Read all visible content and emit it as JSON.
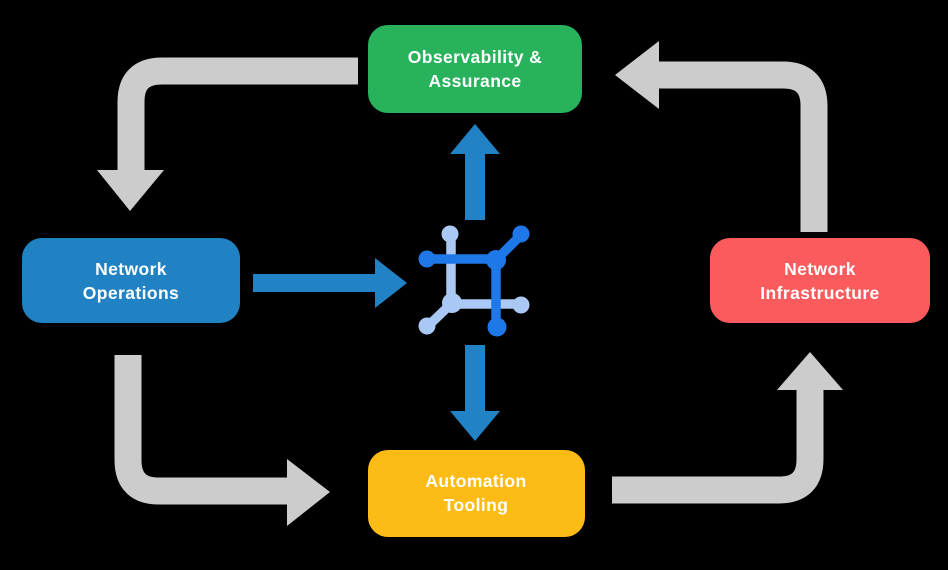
{
  "background_color": "#000000",
  "palette": {
    "gray_arrow": "#CCCCCC",
    "blue_arrow": "#2183C5",
    "icon_dark_blue": "#1E78E8",
    "icon_light_blue": "#A9C9F4",
    "label_text": "#FFFFFF"
  },
  "nodes": {
    "observability": {
      "line1": "Observability &",
      "line2": "Assurance",
      "color": "#27B25B"
    },
    "operations": {
      "line1": "Network",
      "line2": "Operations",
      "color": "#2182C3"
    },
    "infrastructure": {
      "line1": "Network",
      "line2": "Infrastructure",
      "color": "#FB5B5C"
    },
    "automation": {
      "line1": "Automation",
      "line2": "Tooling",
      "color": "#FCBC15"
    }
  },
  "center_icon": {
    "name": "network-mesh-icon"
  },
  "flows": [
    {
      "from": "Observability & Assurance",
      "to": "Network Operations",
      "style": "gray"
    },
    {
      "from": "Network Operations",
      "to": "Automation Tooling",
      "style": "gray"
    },
    {
      "from": "Automation Tooling",
      "to": "Network Infrastructure",
      "style": "gray"
    },
    {
      "from": "Network Infrastructure",
      "to": "Observability & Assurance",
      "style": "gray"
    },
    {
      "from": "Network Operations",
      "to": "center-icon",
      "style": "blue"
    },
    {
      "from": "center-icon",
      "to": "Observability & Assurance",
      "style": "blue"
    },
    {
      "from": "center-icon",
      "to": "Automation Tooling",
      "style": "blue"
    }
  ]
}
